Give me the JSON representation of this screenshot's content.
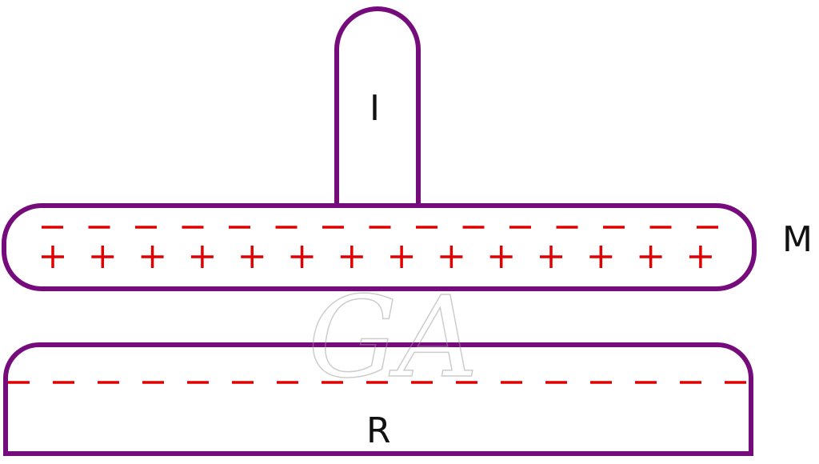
{
  "labels": {
    "insulating_handle": "I",
    "metal_plate": "M",
    "resin_plate": "R"
  },
  "watermark": "GA",
  "charges": {
    "metal_top_negative_count": 15,
    "metal_bottom_positive_count": 14,
    "resin_negative_dash_count": 17,
    "negative_symbol": "−",
    "positive_symbol": "+"
  },
  "colors": {
    "outline": "#760b7c",
    "charge": "#e00000",
    "text": "#111111",
    "watermark": "#b5b5b5"
  }
}
